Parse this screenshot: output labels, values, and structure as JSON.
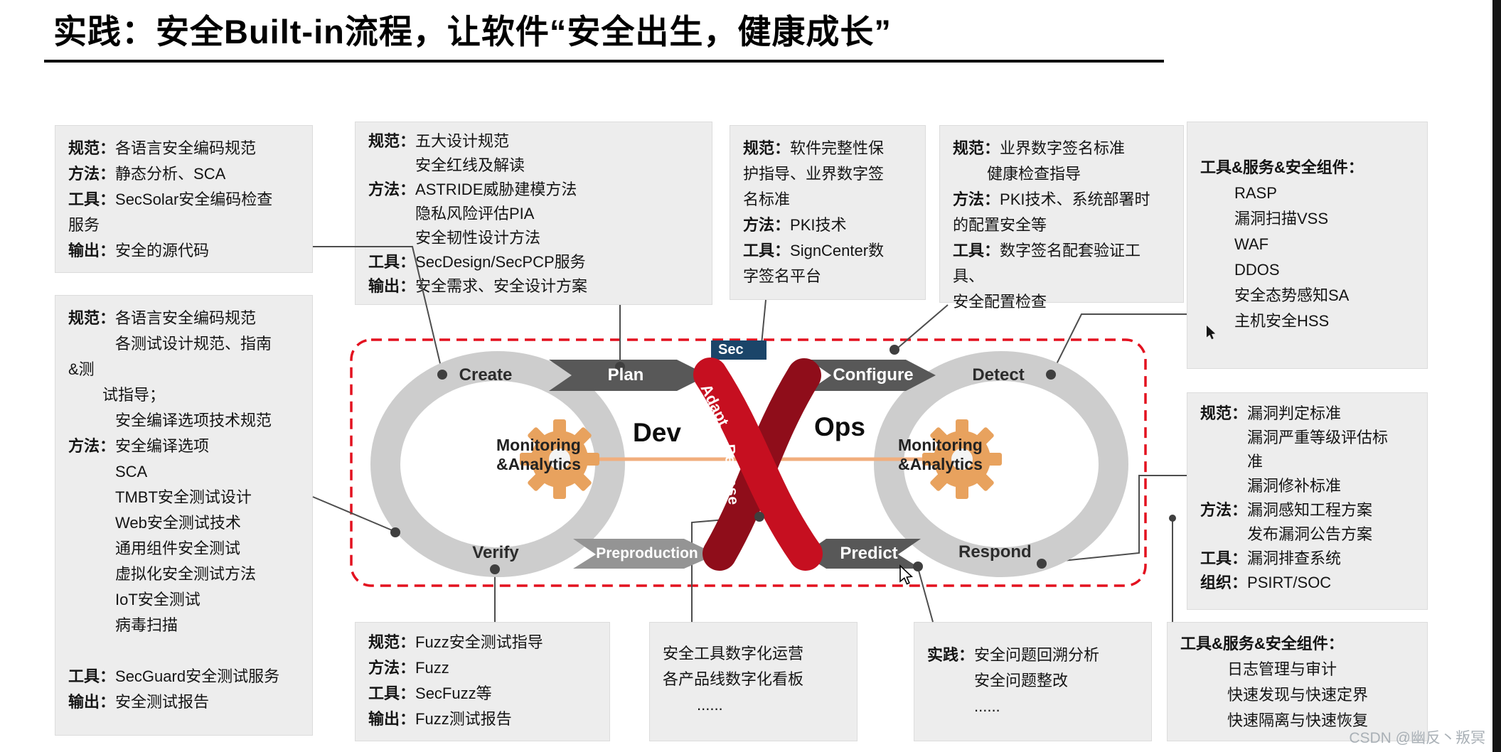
{
  "title": "实践：安全Built-in流程，让软件“安全出生，健康成长”",
  "watermark": "CSDN @幽反丶叛冥",
  "colors": {
    "accent_red": "#c60f20",
    "ribbon_dark": "#8f0d1a",
    "arrow_dark": "#585858",
    "arrow_gray": "#949494",
    "gear_orange": "#e8a25e",
    "sec_blue": "#1b4569",
    "dashed_border": "#e3111f",
    "orange_line": "#f1ae7d"
  },
  "diagram": {
    "sec_label": "Sec",
    "dev": "Dev",
    "ops": "Ops",
    "create": "Create",
    "plan": "Plan",
    "verify": "Verify",
    "preproduction": "Preproduction",
    "configure": "Configure",
    "detect": "Detect",
    "predict": "Predict",
    "respond": "Respond",
    "monitoring_line1": "Monitoring",
    "monitoring_line2": "&Analytics",
    "adapt": "Adapt",
    "release": "Release"
  },
  "boxes": {
    "secure_coding": {
      "lines": [
        {
          "b": "规范：",
          "t": "各语言安全编码规范"
        },
        {
          "b": "方法：",
          "t": "静态分析、SCA"
        },
        {
          "b": "工具：",
          "t": "SecSolar安全编码检查"
        },
        {
          "t": "服务"
        },
        {
          "b": "输出：",
          "t": "安全的源代码"
        }
      ]
    },
    "security_testing": {
      "lines": [
        {
          "b": "规范：",
          "t": "各语言安全编码规范"
        },
        {
          "i": 2,
          "t": "各测试设计规范、指南"
        },
        {
          "t": "&测"
        },
        {
          "i": 1,
          "t": "试指导；"
        },
        {
          "i": 2,
          "t": "安全编译选项技术规范"
        },
        {
          "b": "方法：",
          "t": "安全编译选项"
        },
        {
          "i": 2,
          "t": "SCA"
        },
        {
          "i": 2,
          "t": "TMBT安全测试设计"
        },
        {
          "i": 2,
          "t": "Web安全测试技术"
        },
        {
          "i": 2,
          "t": "通用组件安全测试"
        },
        {
          "i": 2,
          "t": "虚拟化安全测试方法"
        },
        {
          "i": 2,
          "t": "IoT安全测试"
        },
        {
          "i": 2,
          "t": "病毒扫描"
        },
        {
          "t": ""
        },
        {
          "b": "工具：",
          "t": "SecGuard安全测试服务"
        },
        {
          "b": "输出：",
          "t": "安全测试报告"
        }
      ]
    },
    "secure_design": {
      "lines": [
        {
          "b": "规范：",
          "t": "五大设计规范"
        },
        {
          "i": 2,
          "t": "安全红线及解读"
        },
        {
          "b": "方法：",
          "t": "ASTRIDE威胁建模方法"
        },
        {
          "i": 2,
          "t": "隐私风险评估PIA"
        },
        {
          "i": 2,
          "t": "安全韧性设计方法"
        },
        {
          "b": "工具：",
          "t": "SecDesign/SecPCP服务"
        },
        {
          "b": "输出：",
          "t": "安全需求、安全设计方案"
        }
      ]
    },
    "integrity_protection": {
      "lines": [
        {
          "b": "规范：",
          "t": "软件完整性保"
        },
        {
          "t": "护指导、业界数字签"
        },
        {
          "t": "名标准"
        },
        {
          "b": "方法：",
          "t": "PKI技术"
        },
        {
          "b": "工具：",
          "t": "SignCenter数"
        },
        {
          "t": "字签名平台"
        }
      ]
    },
    "secure_deployment": {
      "lines": [
        {
          "b": "规范：",
          "t": "业界数字签名标准"
        },
        {
          "i": 1,
          "t": "健康检查指导"
        },
        {
          "b": "方法：",
          "t": "PKI技术、系统部署时"
        },
        {
          "t": "的配置安全等"
        },
        {
          "b": "工具：",
          "t": "数字签名配套验证工具、"
        },
        {
          "t": "安全配置检查"
        }
      ]
    },
    "ops_security_tools": {
      "lines": [
        {
          "b": "工具&服务&安全组件："
        },
        {
          "i": 1,
          "t": "RASP"
        },
        {
          "i": 1,
          "t": "漏洞扫描VSS"
        },
        {
          "i": 1,
          "t": "WAF"
        },
        {
          "i": 1,
          "t": "DDOS"
        },
        {
          "i": 1,
          "t": "安全态势感知SA"
        },
        {
          "i": 1,
          "t": "主机安全HSS"
        }
      ]
    },
    "vulnerability_mgmt": {
      "lines": [
        {
          "b": "规范：",
          "t": "漏洞判定标准"
        },
        {
          "i": 2,
          "t": "漏洞严重等级评估标"
        },
        {
          "i": 2,
          "t": "准"
        },
        {
          "i": 2,
          "t": "漏洞修补标准"
        },
        {
          "b": "方法：",
          "t": "漏洞感知工程方案"
        },
        {
          "i": 2,
          "t": "发布漏洞公告方案"
        },
        {
          "b": "工具：",
          "t": "漏洞排查系统"
        },
        {
          "b": "组织：",
          "t": "PSIRT/SOC"
        }
      ]
    },
    "fuzz_testing": {
      "lines": [
        {
          "b": "规范：",
          "t": "Fuzz安全测试指导"
        },
        {
          "b": "方法：",
          "t": "Fuzz"
        },
        {
          "b": "工具：",
          "t": "SecFuzz等"
        },
        {
          "b": "输出：",
          "t": "Fuzz测试报告"
        }
      ]
    },
    "digital_operations": {
      "lines": [
        {
          "t": "安全工具数字化运营"
        },
        {
          "t": "各产品线数字化看板"
        },
        {
          "i": 1,
          "t": "......"
        }
      ]
    },
    "issue_review": {
      "lines": [
        {
          "b": "实践：",
          "t": "安全问题回溯分析"
        },
        {
          "i": 2,
          "t": "安全问题整改"
        },
        {
          "i": 2,
          "t": "......"
        }
      ]
    },
    "resilience_tools": {
      "lines": [
        {
          "b": "工具&服务&安全组件："
        },
        {
          "i": 2,
          "t": "日志管理与审计"
        },
        {
          "i": 2,
          "t": "快速发现与快速定界"
        },
        {
          "i": 2,
          "t": "快速隔离与快速恢复"
        }
      ]
    }
  }
}
